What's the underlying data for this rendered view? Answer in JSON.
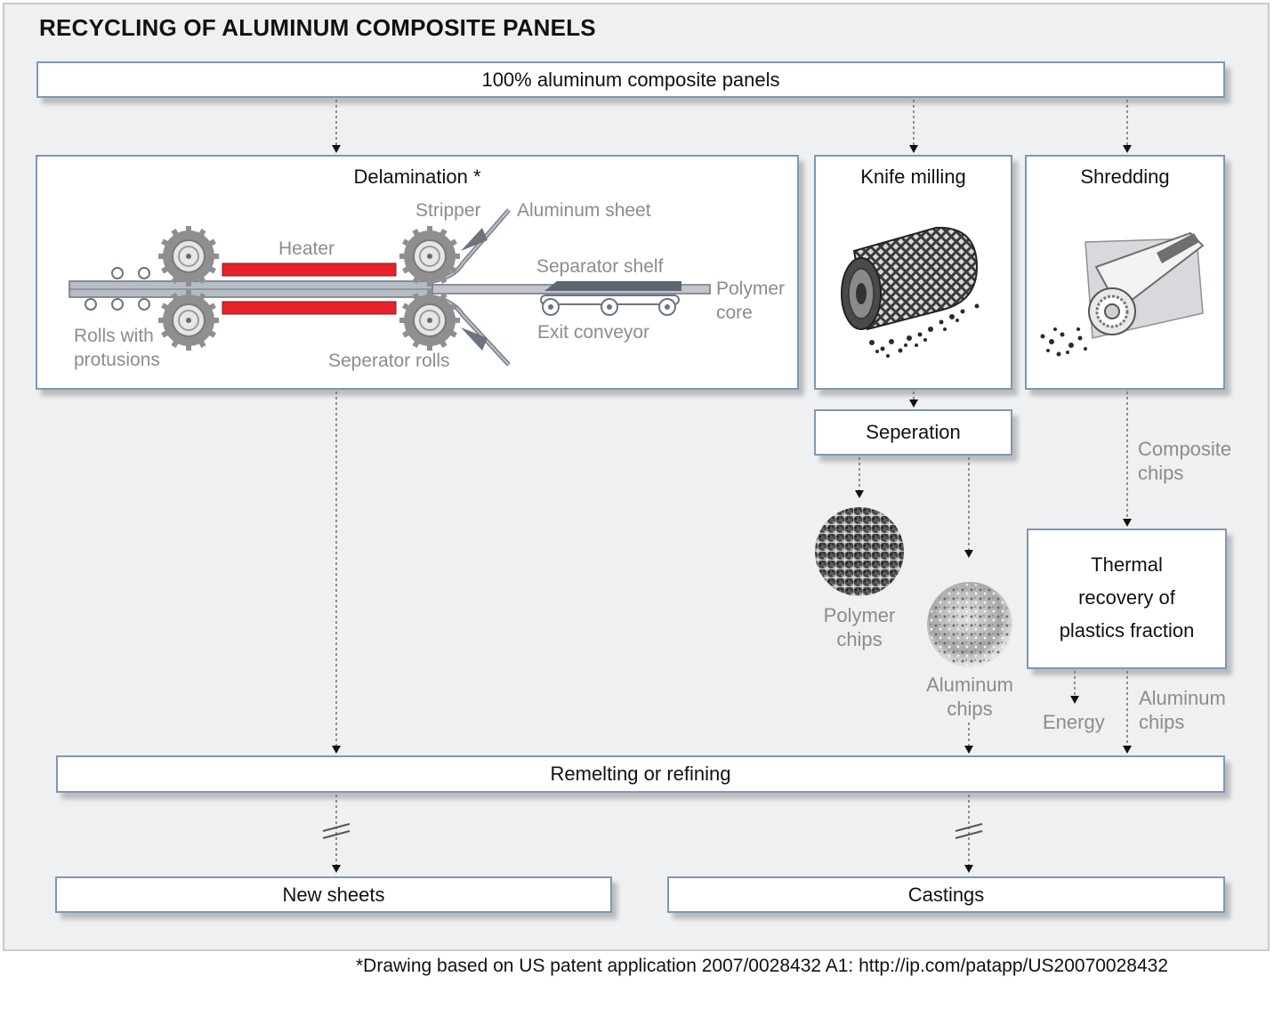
{
  "title": "RECYCLING OF ALUMINUM COMPOSITE PANELS",
  "boxes": {
    "input": "100% aluminum composite panels",
    "delamination": "Delamination *",
    "knife_milling": "Knife milling",
    "shredding": "Shredding",
    "separation": "Seperation",
    "thermal": [
      "Thermal",
      "recovery of",
      "plastics fraction"
    ],
    "remelting": "Remelting or refining",
    "new_sheets": "New sheets",
    "castings": "Castings"
  },
  "delamination_labels": {
    "heater": "Heater",
    "stripper": "Stripper",
    "aluminum_sheet": "Aluminum sheet",
    "separator_shelf": "Separator shelf",
    "polymer_core": [
      "Polymer",
      "core"
    ],
    "exit_conveyor": "Exit conveyor",
    "rolls_with_protusions": [
      "Rolls with",
      "protusions"
    ],
    "separator_rolls": "Seperator rolls"
  },
  "outputs": {
    "polymer_chips": [
      "Polymer",
      "chips"
    ],
    "aluminum_chips_sep": [
      "Aluminum",
      "chips"
    ],
    "composite_chips": [
      "Composite",
      "chips"
    ],
    "energy": "Energy",
    "aluminum_chips_thermal": [
      "Aluminum",
      "chips"
    ]
  },
  "footnote": "*Drawing based on US patent application 2007/0028432 A1: http://ip.com/patapp/US20070028432",
  "colors": {
    "background": "#eff0f2",
    "box_border": "#7d97b8",
    "heater": "#e8212b",
    "secondary_text": "#8c8c8c"
  }
}
